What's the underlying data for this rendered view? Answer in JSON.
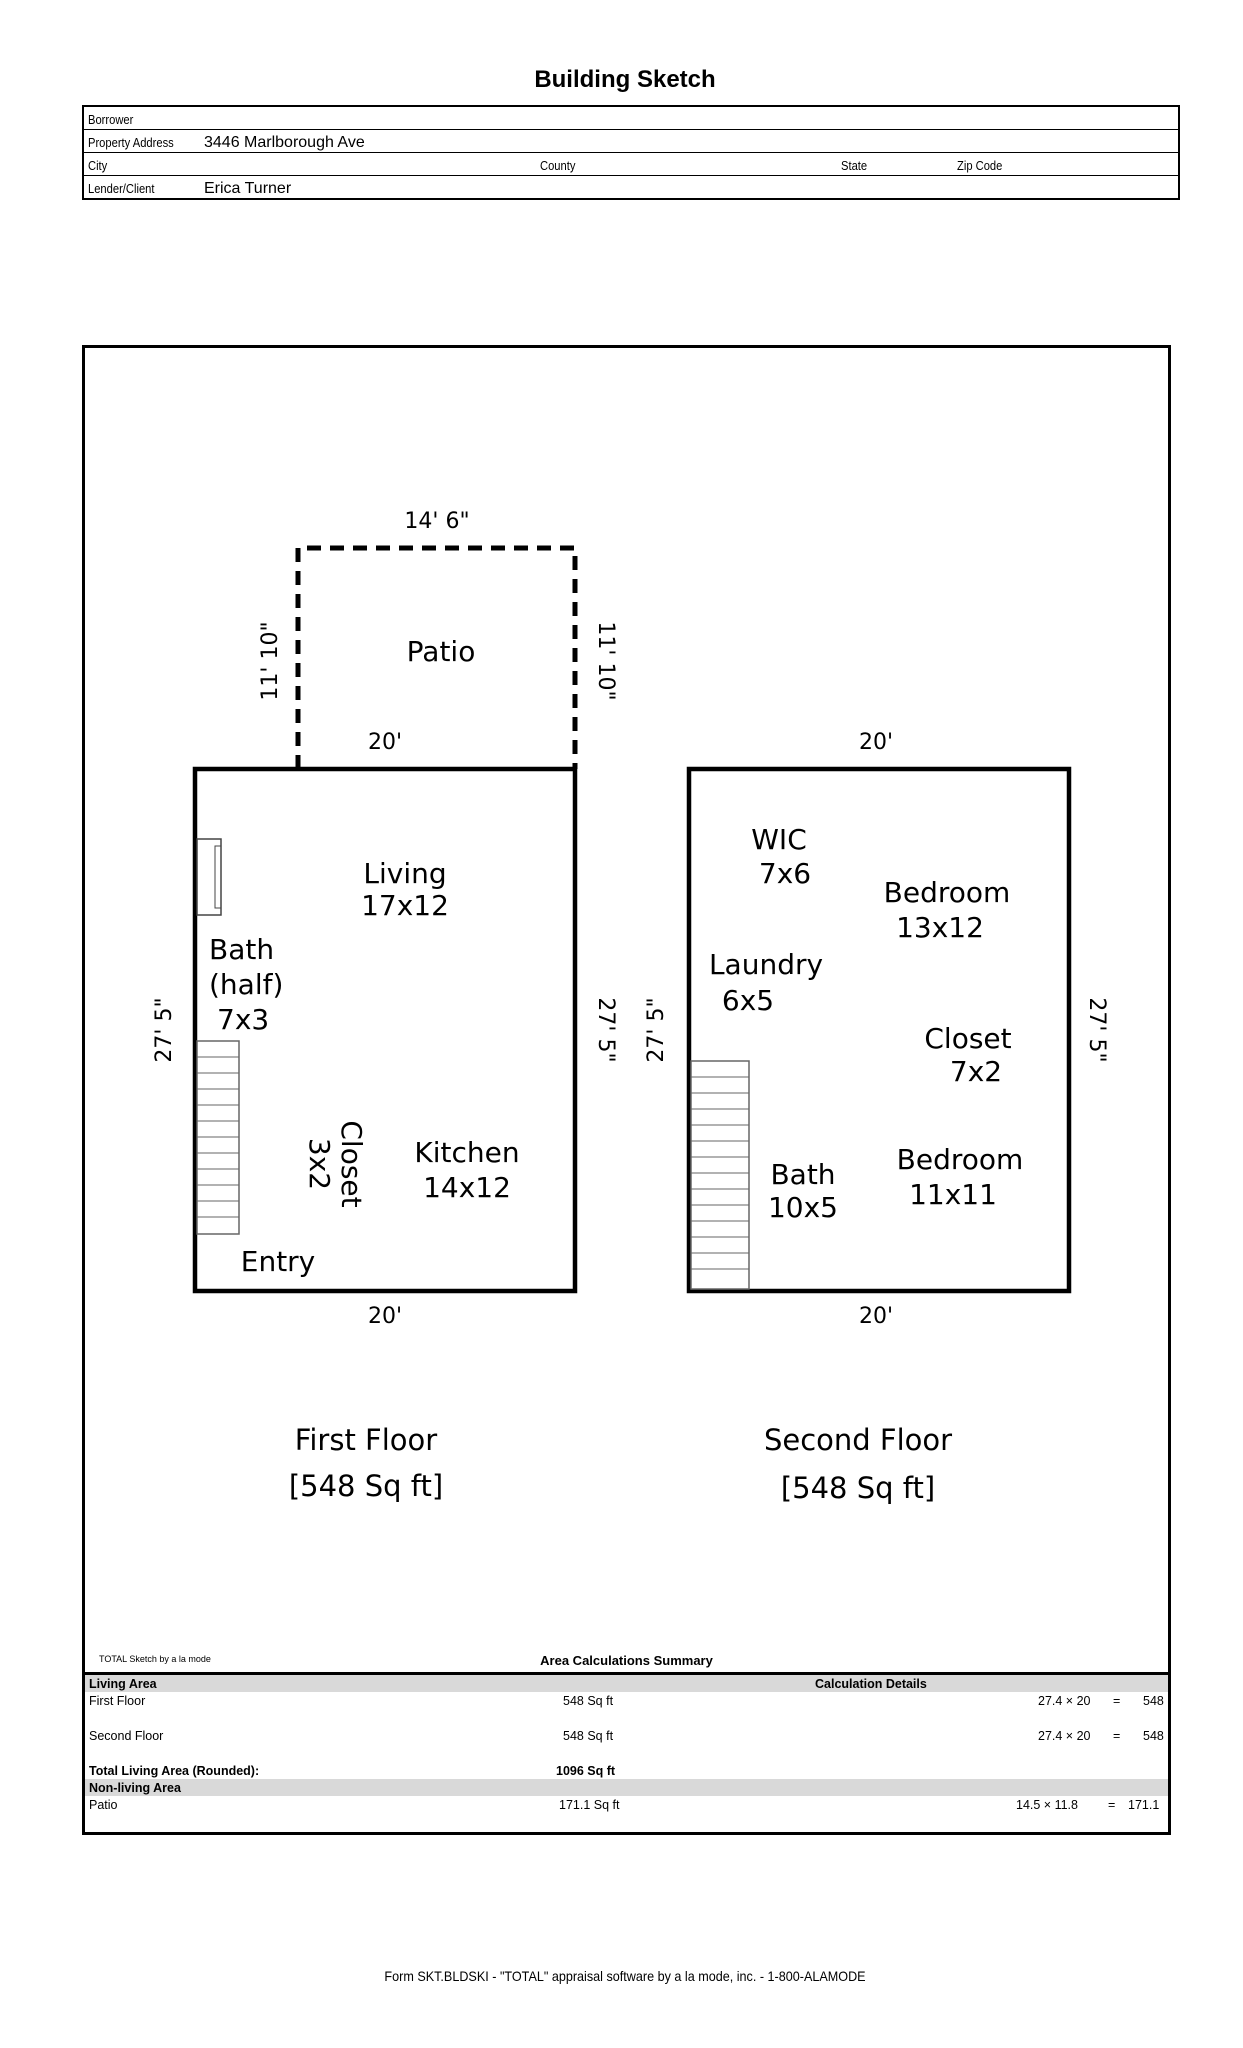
{
  "title": "Building Sketch",
  "info": {
    "borrower_label": "Borrower",
    "borrower_value": "",
    "address_label": "Property Address",
    "address_value": "3446 Marlborough Ave",
    "city_label": "City",
    "county_label": "County",
    "state_label": "State",
    "zip_label": "Zip Code",
    "lender_label": "Lender/Client",
    "lender_value": "Erica Turner"
  },
  "sketch": {
    "patio": {
      "label": "Patio",
      "top_dim": "14' 6\"",
      "left_dim": "11' 10\"",
      "right_dim": "11' 10\""
    },
    "first_floor": {
      "title": "First Floor",
      "area": "[548 Sq ft]",
      "top_dim": "20'",
      "bottom_dim": "20'",
      "left_dim": "27' 5\"",
      "right_dim": "27' 5\"",
      "rooms": [
        {
          "name": "Living",
          "size": "17x12"
        },
        {
          "name": "Bath",
          "name2": "(half)",
          "size": "7x3"
        },
        {
          "name": "Kitchen",
          "size": "14x12"
        },
        {
          "name": "Closet",
          "size": "3x2"
        },
        {
          "name": "Entry"
        }
      ]
    },
    "second_floor": {
      "title": "Second Floor",
      "area": "[548 Sq ft]",
      "top_dim": "20'",
      "bottom_dim": "20'",
      "left_dim": "27' 5\"",
      "right_dim": "27' 5\"",
      "rooms": [
        {
          "name": "WIC",
          "size": "7x6"
        },
        {
          "name": "Bedroom",
          "size": "13x12"
        },
        {
          "name": "Laundry",
          "size": "6x5"
        },
        {
          "name": "Closet",
          "size": "7x2"
        },
        {
          "name": "Bath",
          "size": "10x5"
        },
        {
          "name": "Bedroom",
          "size": "11x11"
        }
      ]
    }
  },
  "credit": "TOTAL Sketch by a la mode",
  "summary": {
    "title": "Area Calculations Summary",
    "living_header": "Living Area",
    "calc_header": "Calculation Details",
    "rows": [
      {
        "label": "First Floor",
        "area": "548 Sq ft",
        "calc": "27.4 × 20",
        "eq": "=",
        "result": "548"
      },
      {
        "label": "Second Floor",
        "area": "548 Sq ft",
        "calc": "27.4 × 20",
        "eq": "=",
        "result": "548"
      }
    ],
    "total_label": "Total Living Area (Rounded):",
    "total_value": "1096 Sq ft",
    "nonliving_header": "Non-living Area",
    "nonliving_rows": [
      {
        "label": "Patio",
        "area": "171.1 Sq ft",
        "calc": "14.5 × 11.8",
        "eq": "=",
        "result": "171.1"
      }
    ]
  },
  "footer": "Form SKT.BLDSKI - \"TOTAL\" appraisal software by a la mode, inc. - 1-800-ALAMODE"
}
